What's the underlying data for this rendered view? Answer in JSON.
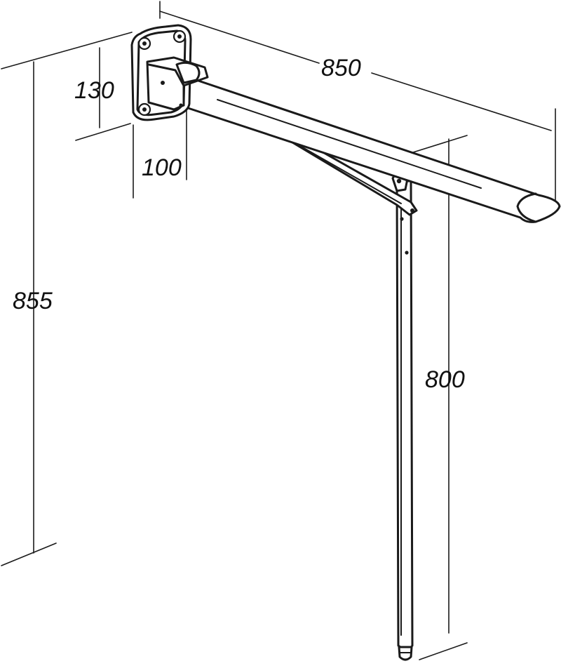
{
  "dimensions": {
    "bar_length": "850",
    "plate_height": "130",
    "plate_depth": "100",
    "mount_height": "855",
    "leg_height": "800"
  },
  "colors": {
    "line": "#1a1a1a",
    "background": "#ffffff"
  }
}
